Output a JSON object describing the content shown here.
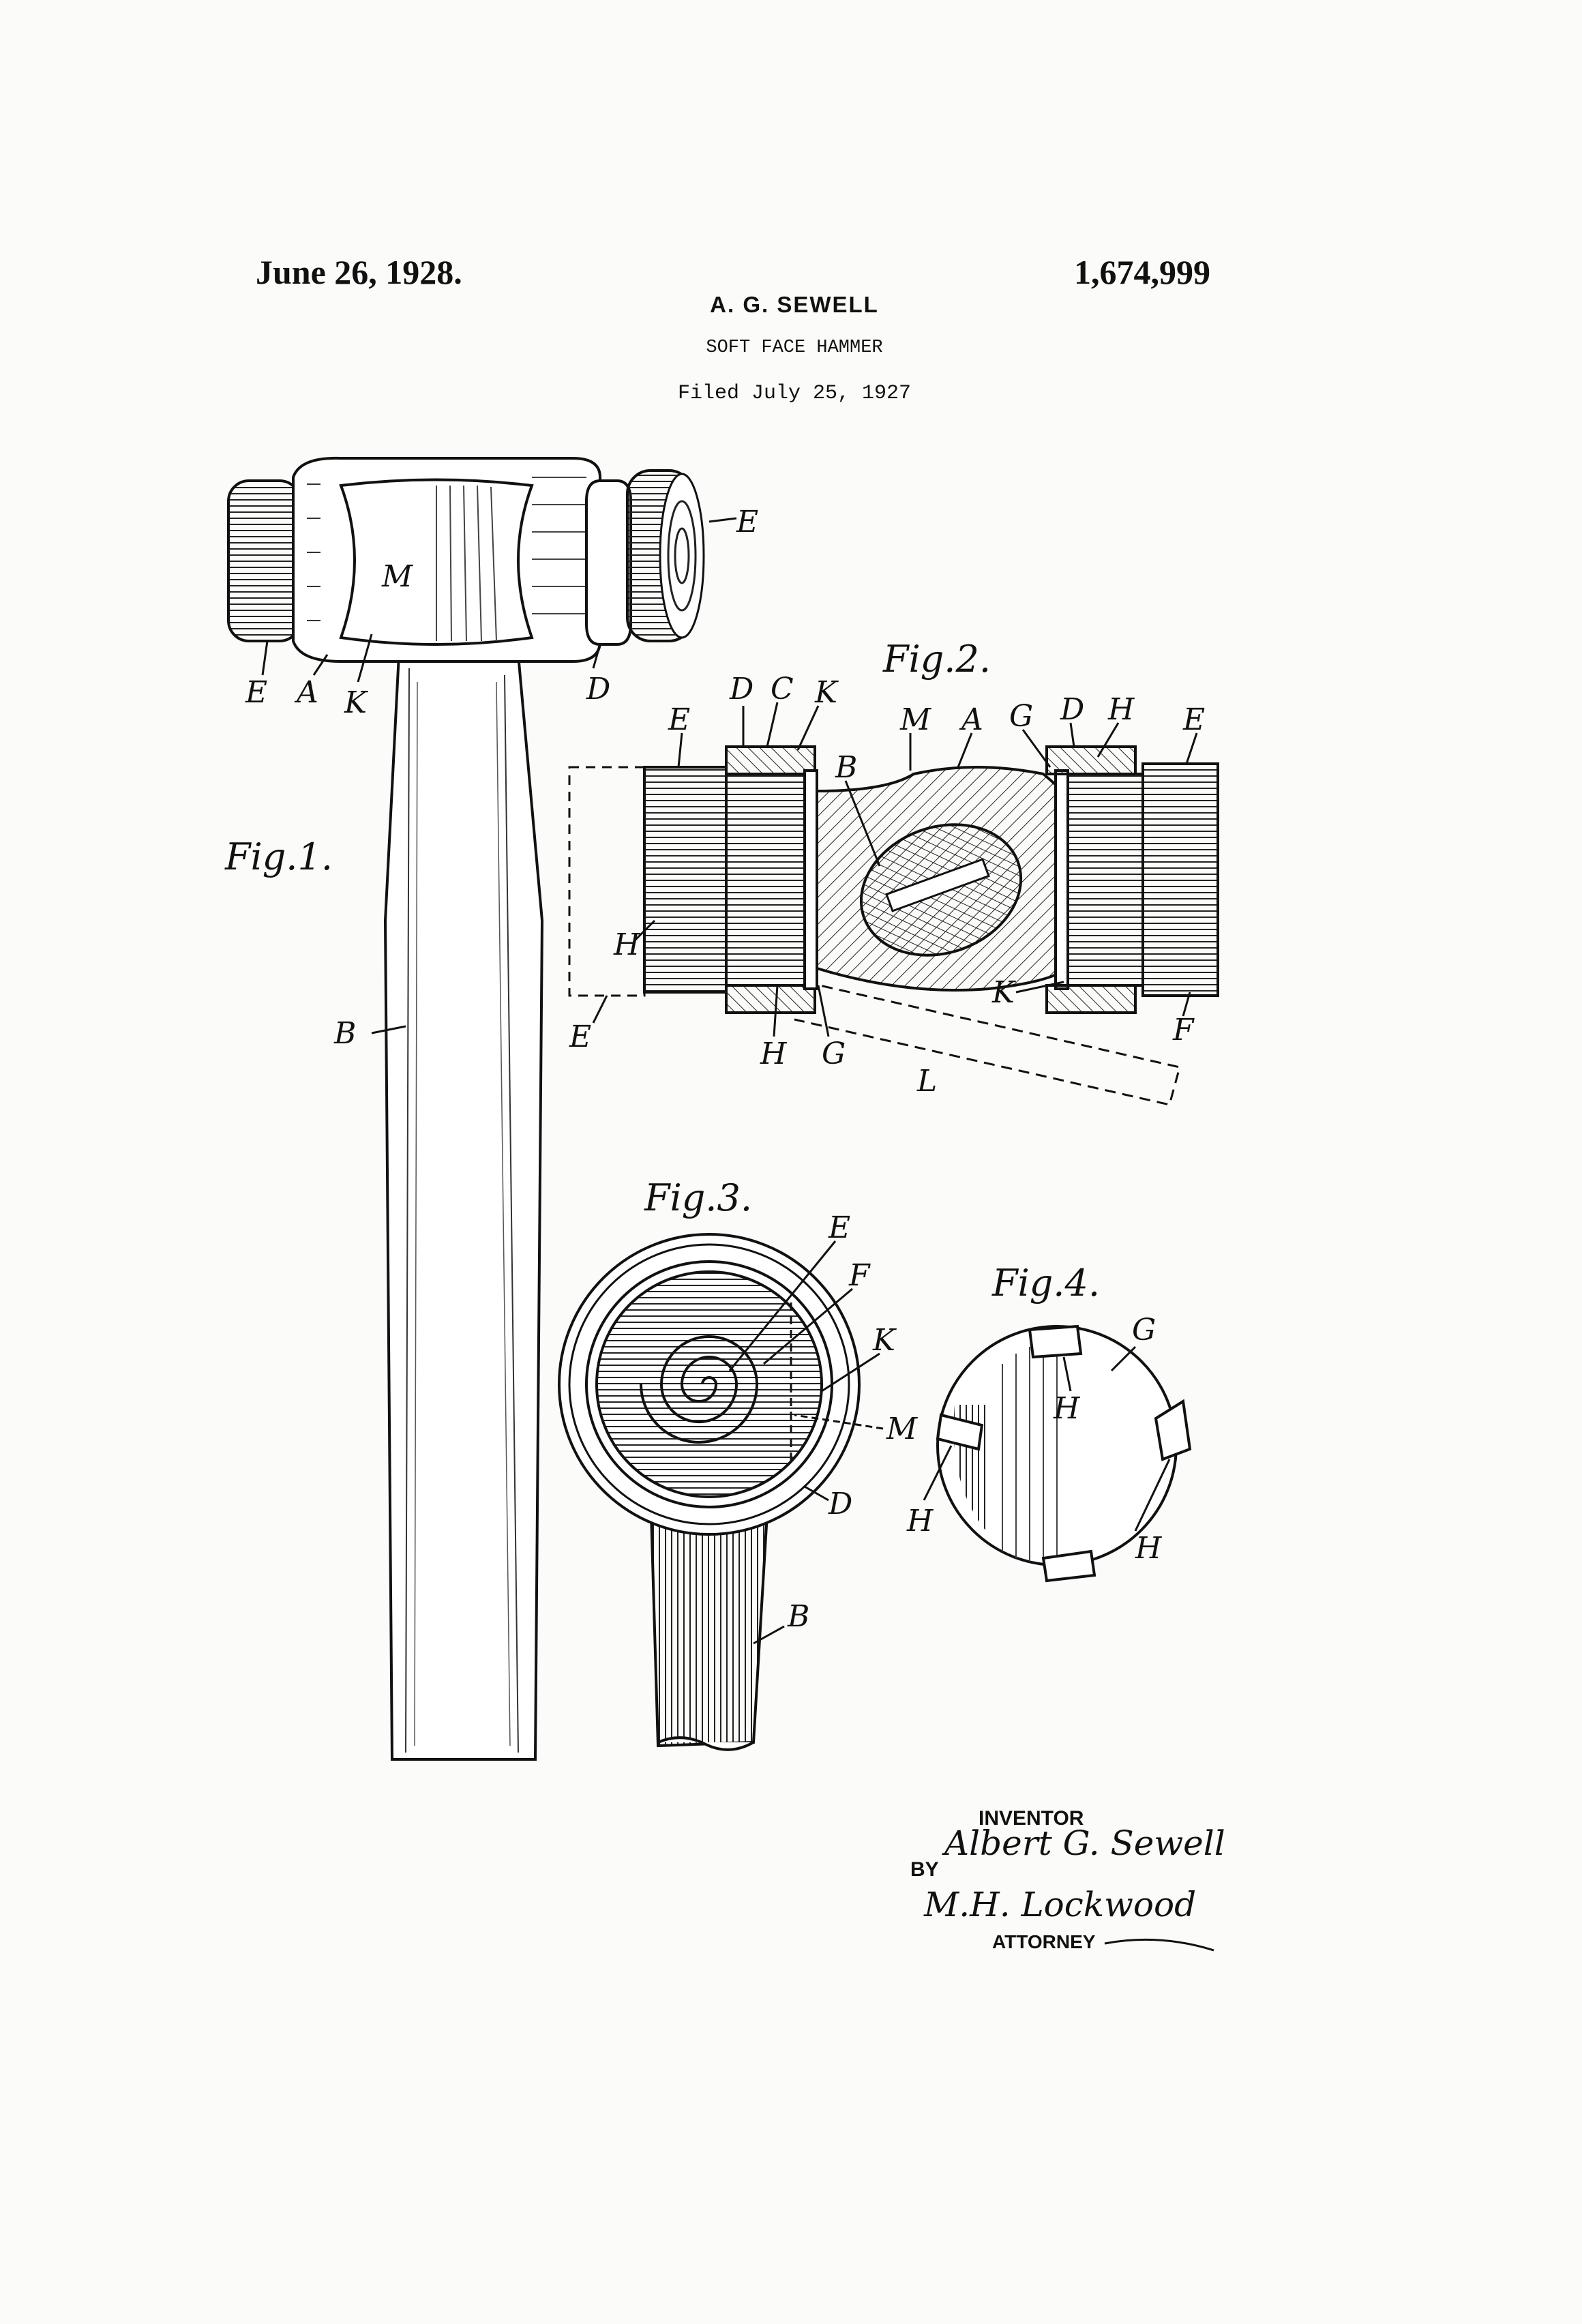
{
  "header": {
    "date": "June 26, 1928.",
    "patent_number": "1,674,999",
    "inventor_name": "A. G. SEWELL",
    "title": "SOFT FACE HAMMER",
    "filed": "Filed July 25, 1927"
  },
  "figures": {
    "fig1": {
      "caption": "Fig.1.",
      "labels": [
        "E",
        "A",
        "K",
        "M",
        "E",
        "D",
        "B"
      ]
    },
    "fig2": {
      "caption": "Fig.2.",
      "labels": [
        "D",
        "C",
        "K",
        "E",
        "M",
        "A",
        "G",
        "D",
        "H",
        "E",
        "B",
        "H",
        "E",
        "H",
        "G",
        "K",
        "F",
        "L"
      ]
    },
    "fig3": {
      "caption": "Fig.3.",
      "labels": [
        "E",
        "F",
        "K",
        "M",
        "D",
        "B"
      ]
    },
    "fig4": {
      "caption": "Fig.4.",
      "labels": [
        "G",
        "H",
        "H",
        "H"
      ]
    }
  },
  "signature": {
    "inventor_label": "INVENTOR",
    "inventor_signature": "Albert G. Sewell",
    "by_label": "BY",
    "attorney_signature": "M.H. Lockwood",
    "attorney_label": "ATTORNEY"
  }
}
